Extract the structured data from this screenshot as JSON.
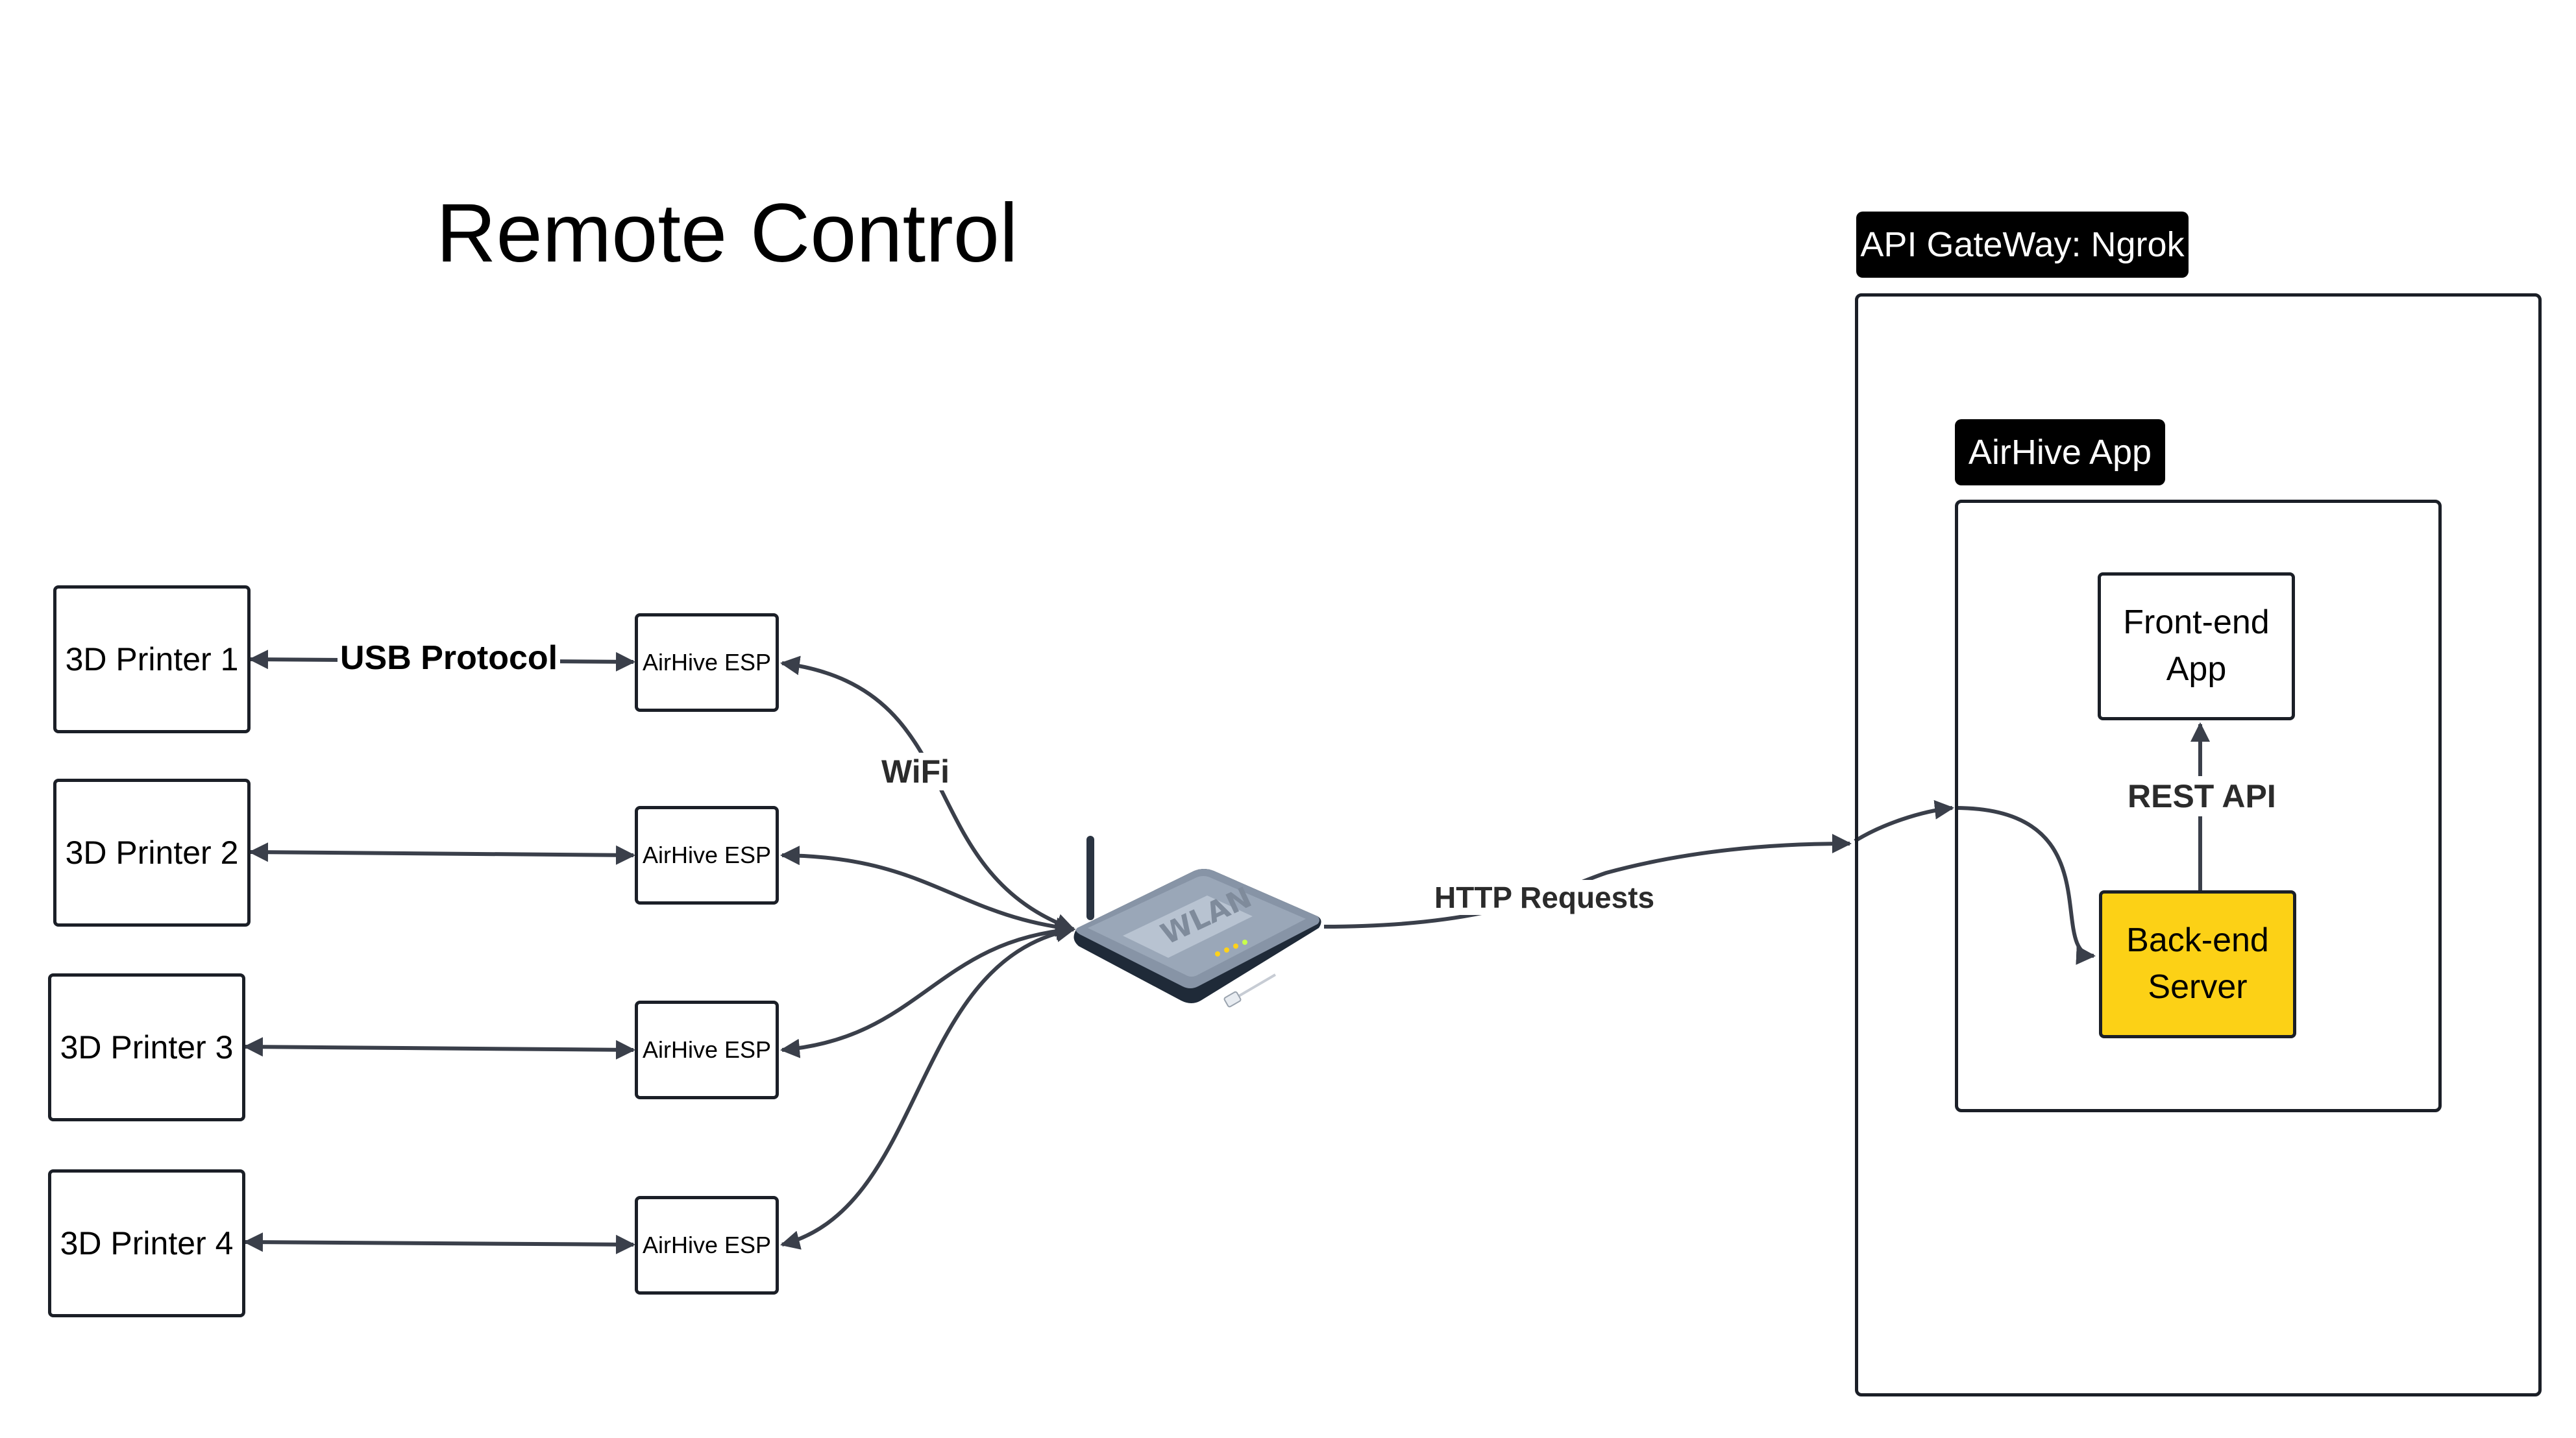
{
  "title": "Remote Control",
  "printers": [
    {
      "label": "3D Printer 1"
    },
    {
      "label": "3D Printer 2"
    },
    {
      "label": "3D Printer 3"
    },
    {
      "label": "3D Printer 4"
    }
  ],
  "esps": [
    {
      "label": "AirHive ESP"
    },
    {
      "label": "AirHive ESP"
    },
    {
      "label": "AirHive ESP"
    },
    {
      "label": "AirHive ESP"
    }
  ],
  "edge_labels": {
    "usb": "USB Protocol",
    "wifi": "WiFi",
    "http": "HTTP Requests",
    "rest": "REST API"
  },
  "router": {
    "icon": "wifi-router-icon",
    "marking": "WLAN"
  },
  "gateway": {
    "tag": "API GateWay: Ngrok"
  },
  "app": {
    "tag": "AirHive App"
  },
  "frontend": {
    "line1": "Front-end",
    "line2": "App"
  },
  "backend": {
    "line1": "Back-end",
    "line2": "Server"
  },
  "colors": {
    "stroke": "#3a3f4a",
    "tag_bg": "#000000",
    "backend_fill": "#fcd116"
  }
}
